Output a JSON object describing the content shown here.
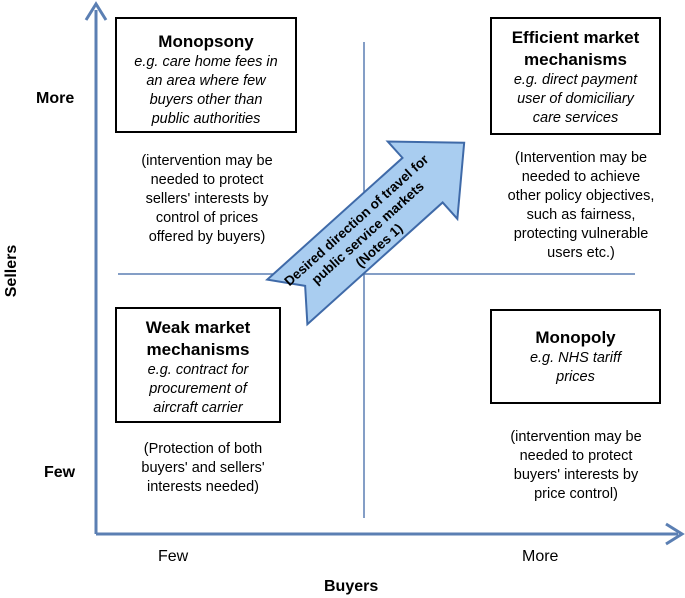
{
  "axes": {
    "y_label": "Sellers",
    "x_label": "Buyers",
    "y_ticks": [
      "More",
      "Few"
    ],
    "x_ticks": [
      "Few",
      "More"
    ],
    "axis_color": "#5b7fb3"
  },
  "quadrants": {
    "top_left": {
      "title": "Monopsony",
      "example": "e.g. care home fees in\nan area where few\nbuyers other than\npublic authorities",
      "note": "(intervention may be\nneeded to protect\nsellers' interests by\ncontrol of prices\noffered by buyers)"
    },
    "top_right": {
      "title": "Efficient market\nmechanisms",
      "example": "e.g. direct payment\nuser of domiciliary\ncare services",
      "note": "(Intervention may be\nneeded to achieve\nother policy objectives,\nsuch as fairness,\nprotecting vulnerable\nusers etc.)"
    },
    "bottom_left": {
      "title": "Weak market\nmechanisms",
      "example": "e.g. contract for\nprocurement of\naircraft carrier",
      "note": "(Protection of both\nbuyers' and sellers'\ninterests needed)"
    },
    "bottom_right": {
      "title": "Monopoly",
      "example": "e.g. NHS tariff\nprices",
      "note": "(intervention may be\nneeded to protect\nbuyers' interests by\nprice control)"
    }
  },
  "arrow": {
    "line1": "Desired direction of travel for",
    "line2": "public service markets",
    "line3": "(Notes 1)",
    "fill_color": "#a9cdf0",
    "stroke_color": "#3f6aa8"
  }
}
